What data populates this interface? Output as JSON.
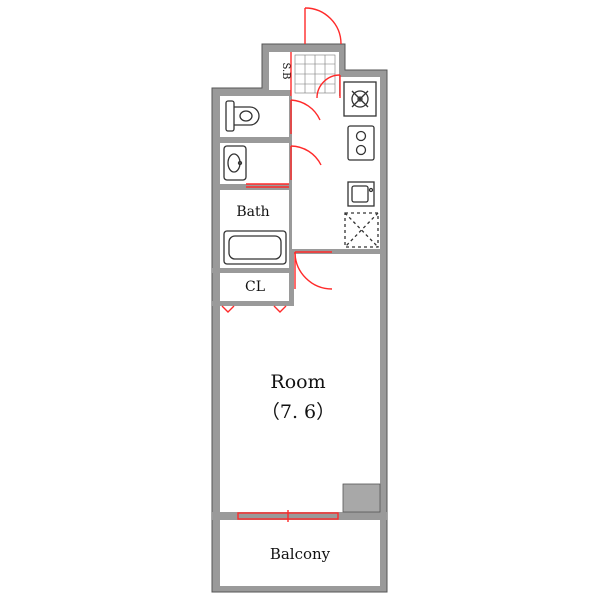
{
  "rooms": {
    "sb": "S.B",
    "bath": "Bath",
    "closet": "CL",
    "main": "Room",
    "main_size": "（7. 6）",
    "balcony": "Balcony"
  },
  "colors": {
    "wall": "#9a9a9a",
    "wall_outline": "#555555",
    "door": "#ff2a2a",
    "fixture": "#333333",
    "column": "#a8a8a8"
  }
}
